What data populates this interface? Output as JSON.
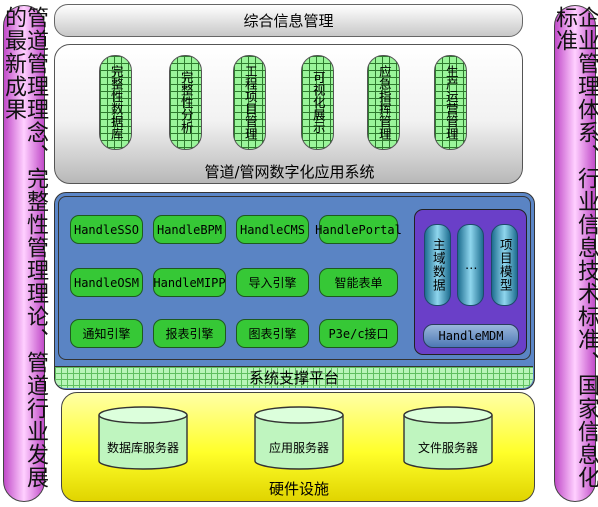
{
  "left_pill": {
    "text": "管道管理理念、完整性管理理论、管道行业发展的最新成果"
  },
  "right_pill": {
    "text": "企业管理体系、行业信息技术标准、国家信息化标准"
  },
  "top_bar": {
    "label": "综合信息管理"
  },
  "apps": {
    "title": "管道/管网数字化应用系统",
    "items": [
      "完整性数据库",
      "完整性分析",
      "工程项目管理",
      "可视化展示",
      "应急指挥管理",
      "生产运营管理"
    ]
  },
  "platform": {
    "title": "系统支撑平台",
    "modules": [
      [
        "HandleSSO",
        "HandleBPM",
        "HandleCMS",
        "HandlePortal"
      ],
      [
        "HandleOSM",
        "HandleMIPP",
        "导入引擎",
        "智能表单"
      ],
      [
        "通知引擎",
        "报表引擎",
        "图表引擎",
        "P3e/c接口"
      ]
    ],
    "mdm": {
      "pills": [
        "主域数据",
        "…",
        "项目模型"
      ],
      "button": "HandleMDM"
    }
  },
  "hardware": {
    "title": "硬件设施",
    "servers": [
      "数据库服务器",
      "应用服务器",
      "文件服务器"
    ]
  },
  "colors": {
    "side_pill": "#e58ce8",
    "module_green": "#36c836",
    "platform_blue": "#5b86c7",
    "mdm_purple": "#6a3fc8",
    "hardware_yellow": "#ffff2a"
  }
}
